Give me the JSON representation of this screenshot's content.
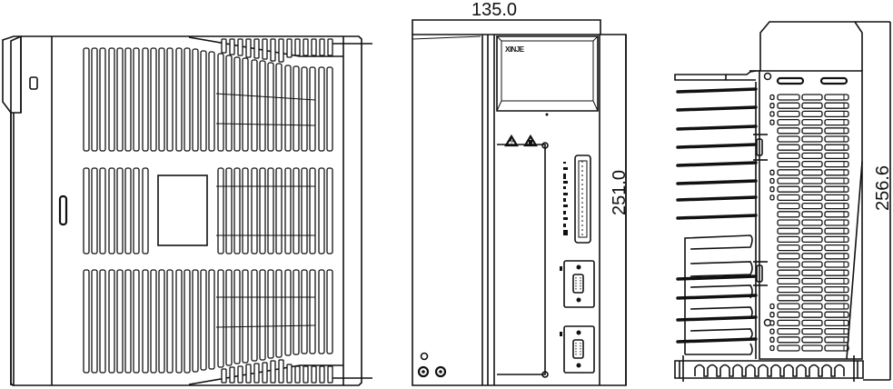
{
  "drawing": {
    "type": "three-view mechanical outline drawing (servo drive)",
    "views": [
      {
        "name": "side-view-left",
        "description": "Left side panel with ventilation slots and rectangular window"
      },
      {
        "name": "front-view",
        "description": "Front panel with display area, warning symbols, terminal block and two D-sub connectors"
      },
      {
        "name": "side-view-right",
        "description": "Right side with heat-sink fins and slotted panel"
      }
    ],
    "dimensions": {
      "width": "135.0",
      "height_front": "251.0",
      "height_overall": "256.6"
    },
    "front_panel": {
      "logo_text": "XINJE",
      "warning_symbols": [
        "electric-shock-warning",
        "hot-surface-warning"
      ]
    }
  }
}
